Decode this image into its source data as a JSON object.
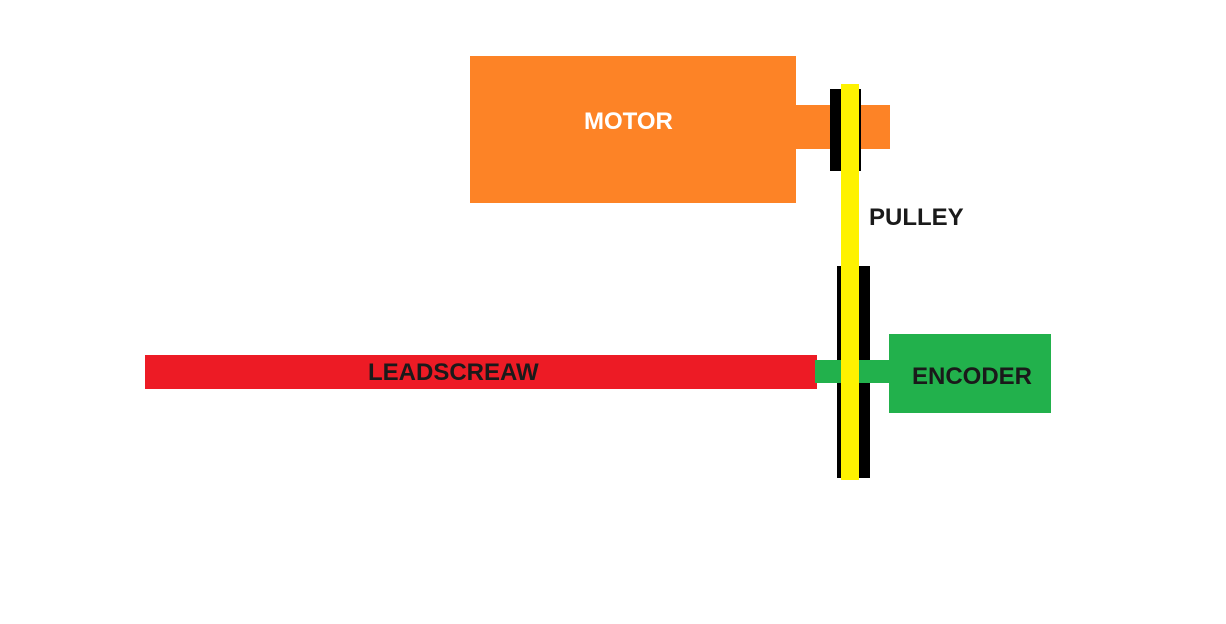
{
  "diagram": {
    "motor": {
      "label": "MOTOR"
    },
    "pulley": {
      "label": "PULLEY"
    },
    "leadscrew": {
      "label": "LEADSCREAW"
    },
    "encoder": {
      "label": "ENCODER"
    }
  },
  "colors": {
    "motor": "#fd8326",
    "belt": "#fef200",
    "pulley": "#000000",
    "leadscrew": "#ed1b25",
    "encoder": "#22b14c",
    "motor_label": "#ffffff",
    "dark_label": "#1a1a1a"
  }
}
